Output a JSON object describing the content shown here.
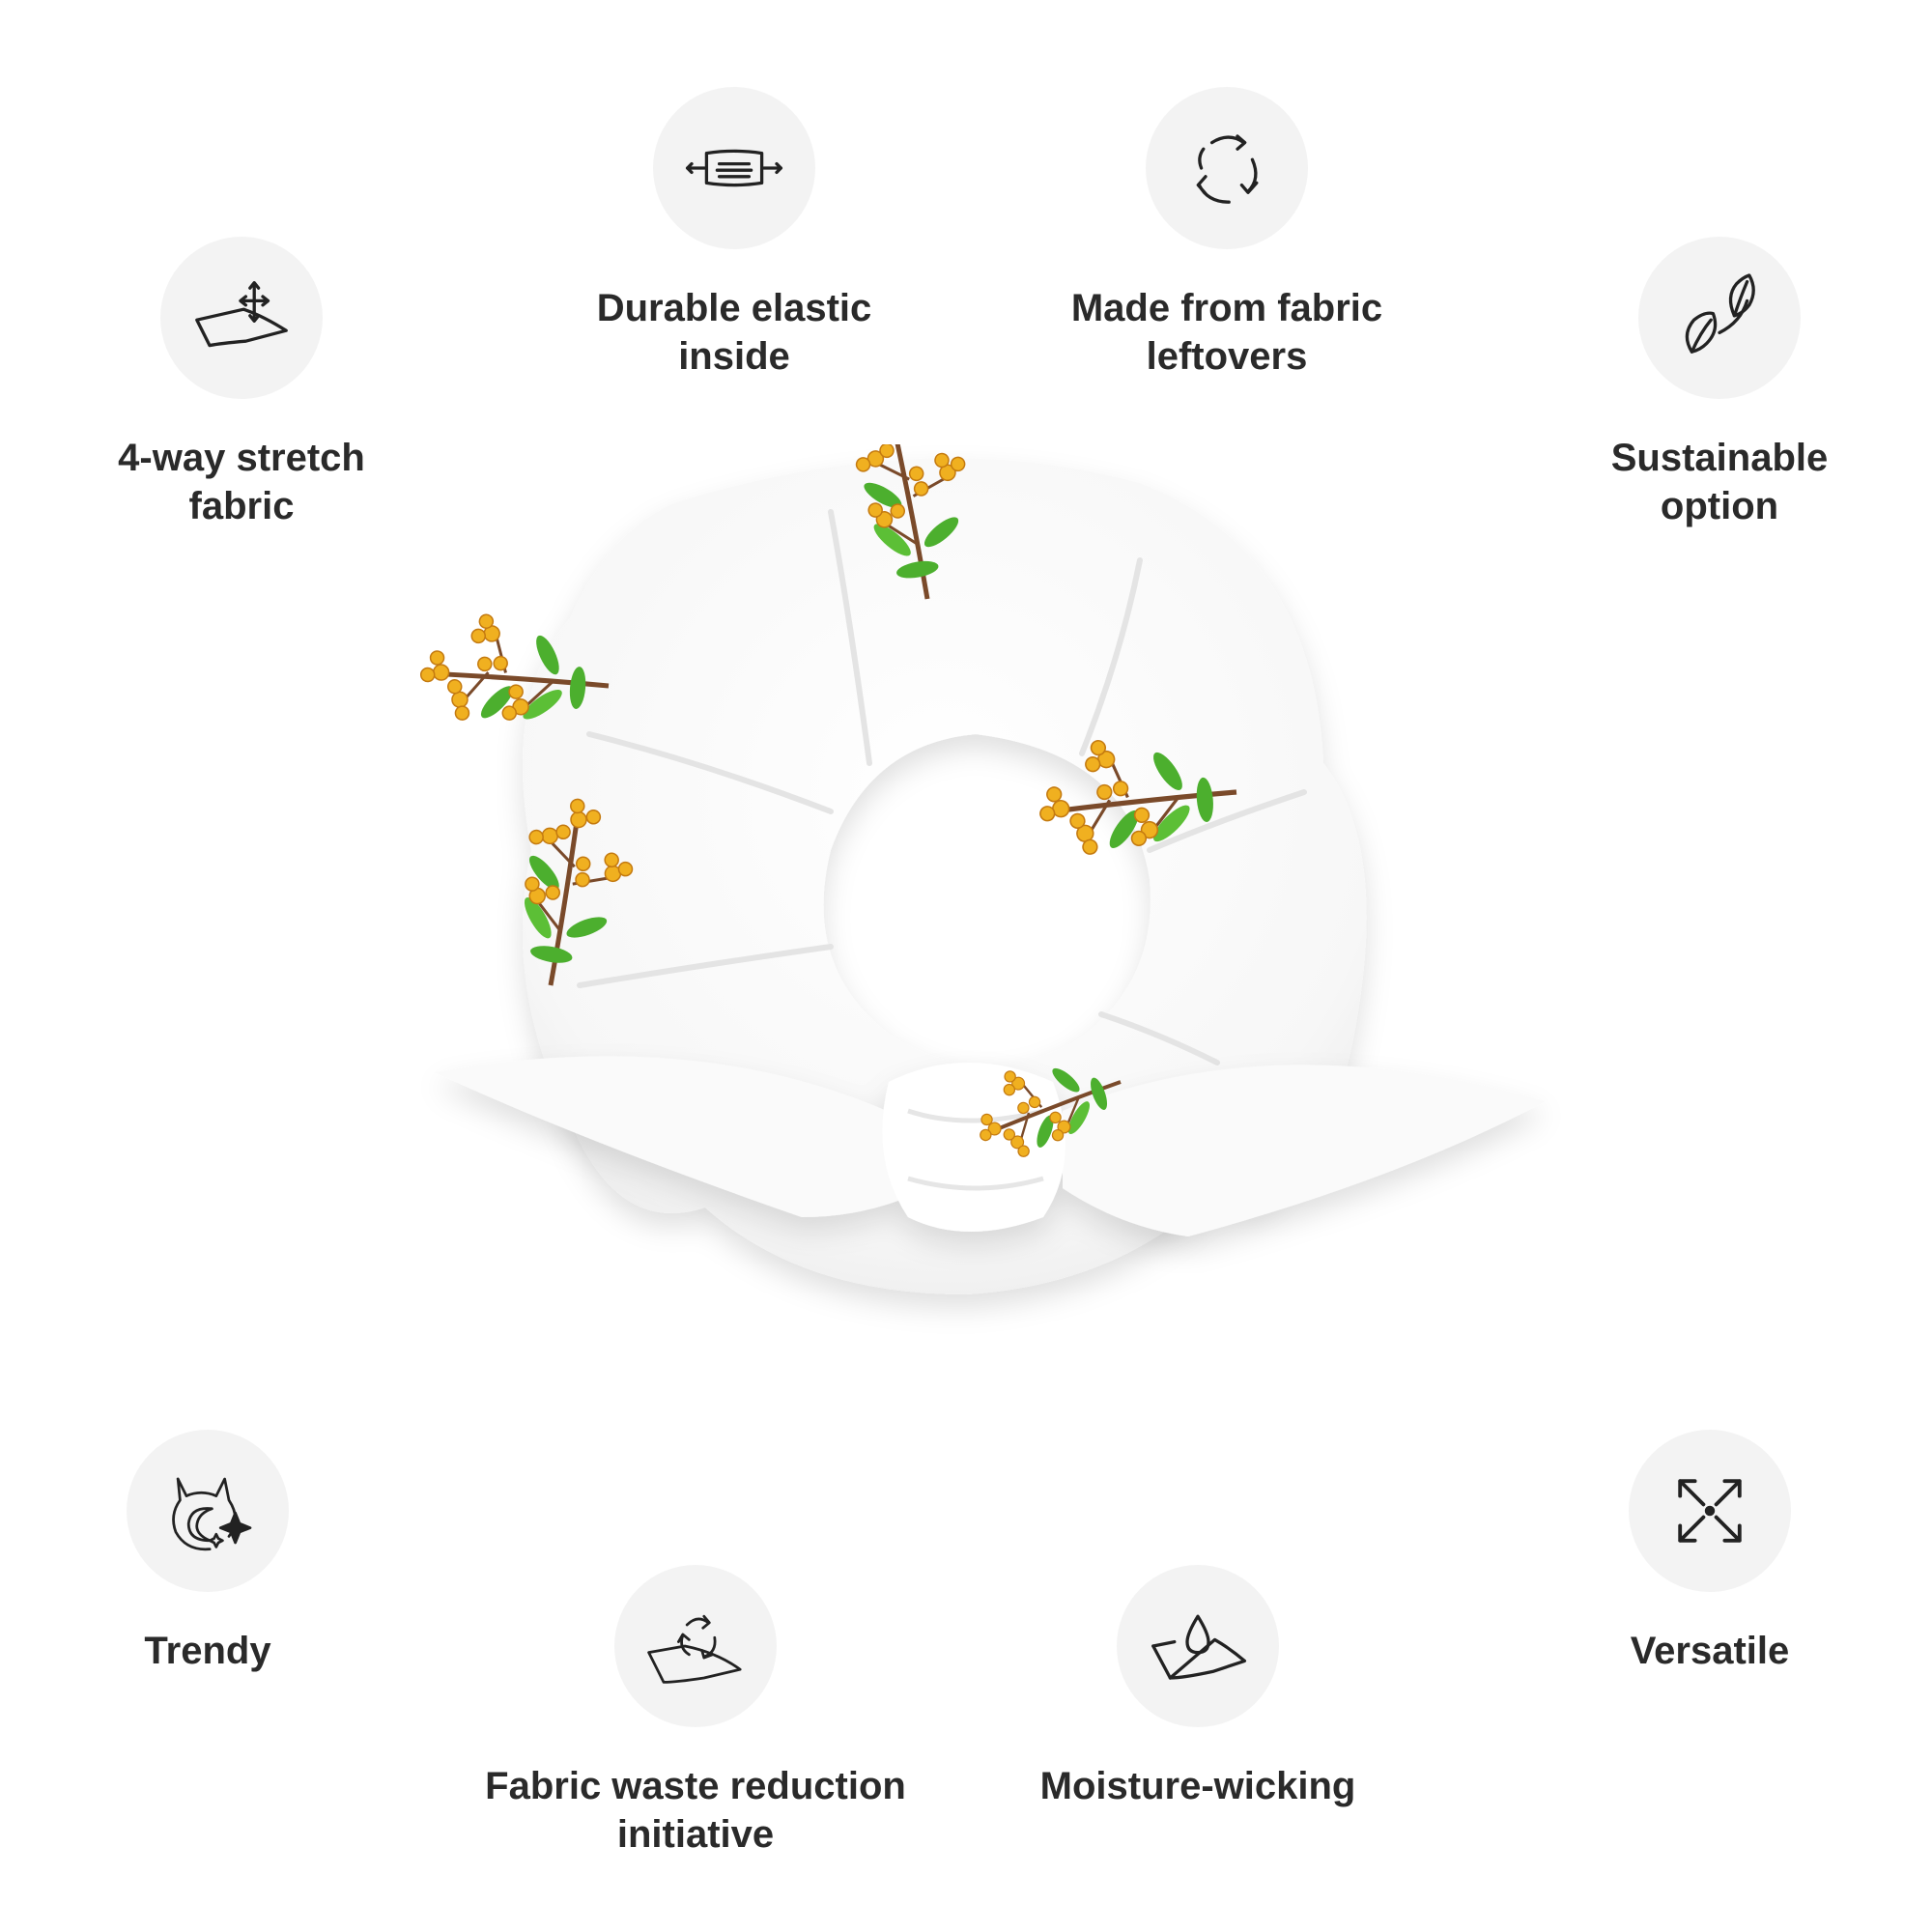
{
  "features": [
    {
      "id": "stretch",
      "icon": "stretch-fabric-icon",
      "label": "4-way stretch\nfabric"
    },
    {
      "id": "elastic",
      "icon": "elastic-icon",
      "label": "Durable elastic\ninside"
    },
    {
      "id": "leftovers",
      "icon": "recycle-icon",
      "label": "Made from fabric\nleftovers"
    },
    {
      "id": "sustainable",
      "icon": "leaves-icon",
      "label": "Sustainable\noption"
    },
    {
      "id": "trendy",
      "icon": "cat-sparkle-icon",
      "label": "Trendy"
    },
    {
      "id": "waste",
      "icon": "fabric-recycle-icon",
      "label": "Fabric waste reduction\ninitiative"
    },
    {
      "id": "moisture",
      "icon": "water-drop-fabric-icon",
      "label": "Moisture-wicking"
    },
    {
      "id": "versatile",
      "icon": "expand-arrows-icon",
      "label": "Versatile"
    }
  ],
  "colors": {
    "icon_bg": "#f3f3f3",
    "label": "#2a2a2a",
    "fabric": "#ffffff",
    "leaf": "#4caf2e",
    "flower": "#f0b020"
  }
}
